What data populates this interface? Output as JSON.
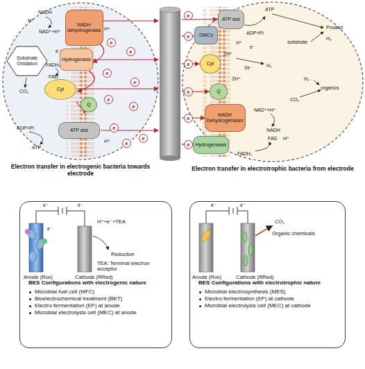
{
  "diagram": {
    "nodes": [
      {
        "text": [
          "Electron transfer in electrogenic bacteria towards electrode"
        ]
      },
      {
        "text": [
          "Substrate Oxidation"
        ],
        "in": 0
      },
      {
        "text": [
          "NADH dehydrogenase"
        ],
        "in": 0
      },
      {
        "text": [
          "Hydrogenase"
        ],
        "in": 0
      },
      {
        "text": [
          "Cyt"
        ],
        "in": 0
      },
      {
        "text": [
          "Q"
        ],
        "in": 0
      },
      {
        "text": [
          "ATP ase"
        ],
        "in": 0
      },
      {
        "text": [
          "Electron transfer in electrotrophic bacteria from electrode"
        ]
      },
      {
        "text": [
          "OMCs"
        ],
        "in": 7
      },
      {
        "text": [
          "ATP ase"
        ],
        "in": 7
      },
      {
        "text": [
          "Cyt"
        ],
        "in": 7
      },
      {
        "text": [
          "Q"
        ],
        "in": 7
      },
      {
        "text": [
          "NADH Dehydrogenases"
        ],
        "in": 7
      },
      {
        "text": [
          "Hydrogenases"
        ],
        "in": 7
      },
      {
        "text": [
          "BES Configurations with electrogenic nature",
          "Microbial fuel cell (MFC)",
          "Bioelectrochemical treatment (BET)",
          "Electro fermentation (EF) at anode",
          "Microbial electrolysis cell (MEC) at anode"
        ]
      },
      {
        "text": [
          "BES Configurations with electrotrophic nature",
          "Microbial electrosynthesis (MES)",
          "Electro fermentation (EF) at cathode",
          "Microbial electrolysis cell (MEC) at cathode"
        ]
      }
    ],
    "labels": [
      "NADH",
      "H⁺",
      "NAD⁺+H⁺",
      "H⁺",
      "e⁻",
      "FADH₂",
      "FAD",
      "CO₂",
      "ADP+Pi",
      "ATP",
      "H⁺",
      "e",
      "e",
      "e",
      "e",
      "e",
      "e",
      "e",
      "e",
      "e",
      "e",
      "e",
      "e",
      "e",
      "e",
      "e",
      "ATP",
      "ADP+Pi",
      "H⁺",
      "e⁻",
      "Product",
      "substrate",
      "H₂",
      "2H⁺",
      "2e⁻",
      "H₂",
      "2H⁺",
      "H₂",
      "organics",
      "CO₂",
      "NAD⁺+H⁺",
      "NADH",
      "FAD",
      "H⁺",
      "FADH₂",
      "e⁻",
      "e⁻",
      "e⁻",
      "H⁺+e⁻+TEA",
      "Reduction",
      "TEA: Terminal electron acceptor",
      "Anode (Rox)",
      "Cathode (RRed)",
      "e⁻",
      "e⁻",
      "CO₂",
      "Organic chemicals",
      "Anode (Rox)",
      "Cathode (RRed)"
    ]
  }
}
